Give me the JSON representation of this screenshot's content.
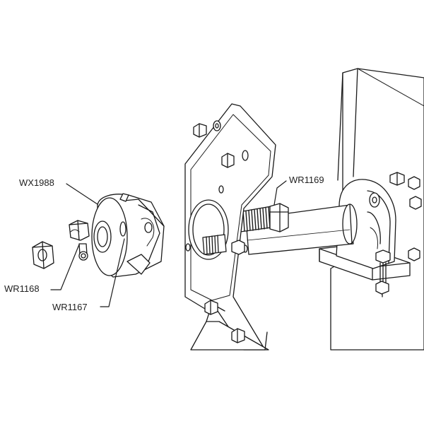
{
  "diagram": {
    "labels": {
      "wx1988": "WX1988",
      "wr1169": "WR1169",
      "wr1168": "WR1168",
      "wr1167": "WR1167"
    },
    "colors": {
      "line": "#1a1a1a",
      "fill": "#ffffff",
      "shade": "#e9e9e9",
      "background": "#ffffff"
    }
  }
}
